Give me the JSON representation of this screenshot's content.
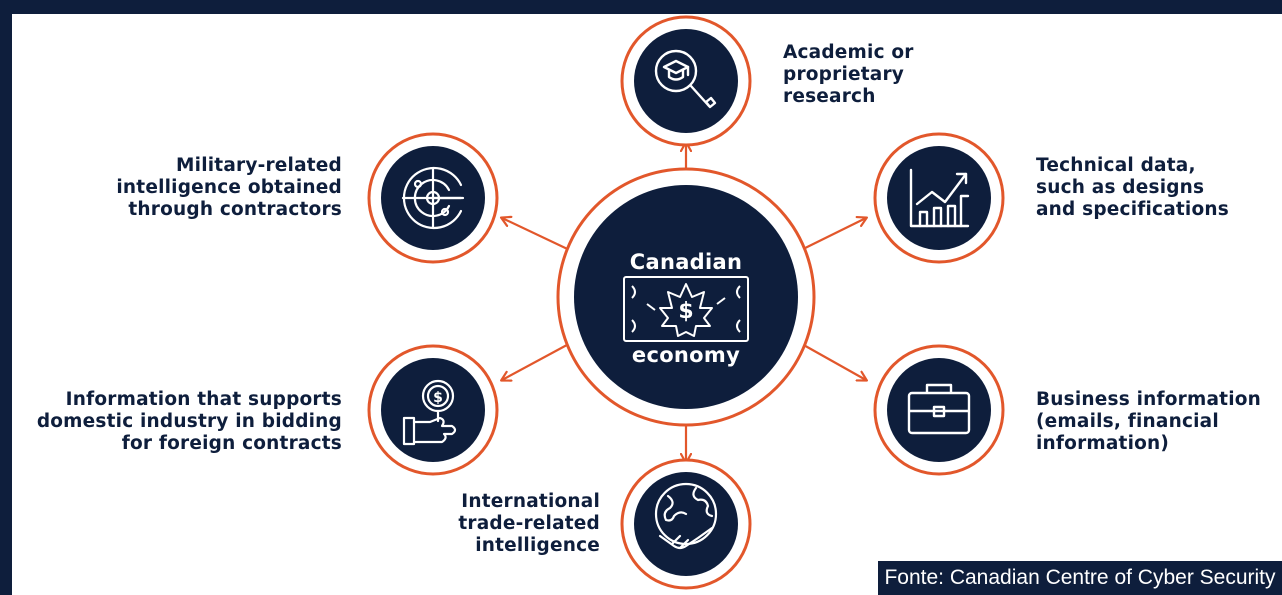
{
  "center": {
    "line1": "Canadian",
    "line2": "economy"
  },
  "nodes": {
    "research": {
      "label": "Academic or\nproprietary\nresearch",
      "icon": "magnifier-graduation-cap-icon"
    },
    "technical": {
      "label": "Technical data,\nsuch as designs\nand specifications",
      "icon": "rising-chart-icon"
    },
    "business": {
      "label": "Business information\n(emails, financial\ninformation)",
      "icon": "briefcase-icon"
    },
    "trade": {
      "label": "International\ntrade-related\nintelligence",
      "icon": "globe-handshake-icon"
    },
    "bidding": {
      "label": "Information that supports\ndomestic industry in bidding\nfor foreign contracts",
      "icon": "hand-dollar-icon"
    },
    "military": {
      "label": "Military-related\nintelligence obtained\nthrough contractors",
      "icon": "radar-icon"
    }
  },
  "credit": "Fonte: Canadian Centre of Cyber Security",
  "colors": {
    "navy": "#0e1e3c",
    "orange": "#e2572b",
    "background": "#ffffff"
  }
}
